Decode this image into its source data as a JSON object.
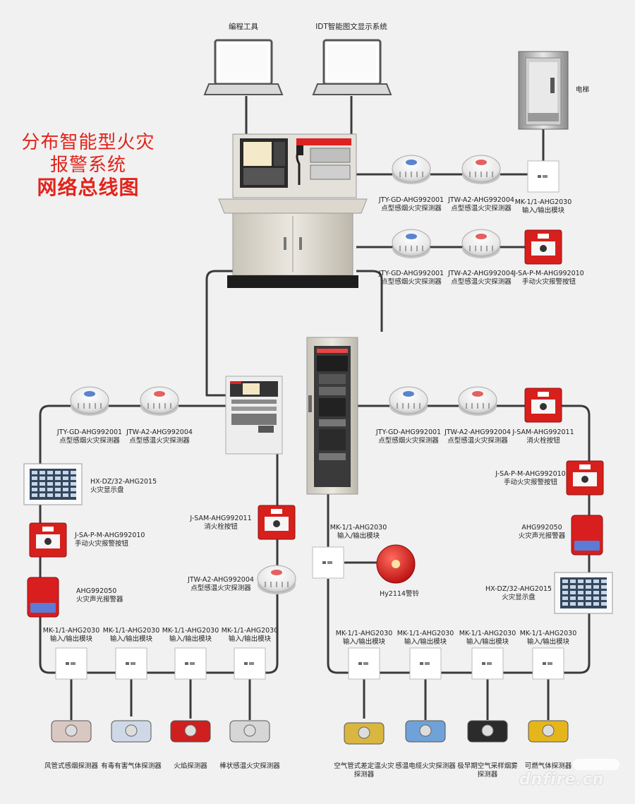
{
  "title": {
    "line1": "分布智能型火灾",
    "line2": "报警系统",
    "line3": "网络总线图"
  },
  "top_devices": {
    "programming_tool": "编程工具",
    "idt_display": "IDT智能图文显示系统",
    "elevator": "电梯"
  },
  "console_row1": {
    "smoke": {
      "model": "JTY-GD-AHG992001",
      "name": "点型感烟火灾探测器"
    },
    "heat": {
      "model": "JTW-A2-AHG992004",
      "name": "点型感温火灾探测器"
    },
    "module": {
      "model": "MK-1/1-AHG2030",
      "name": "输入/输出模块"
    }
  },
  "console_row2": {
    "smoke": {
      "model": "JTY-GD-AHG992001",
      "name": "点型感烟火灾探测器"
    },
    "heat": {
      "model": "JTW-A2-AHG992004",
      "name": "点型感温火灾探测器"
    },
    "button": {
      "model": "J-SA-P-M-AHG992010",
      "name": "手动火灾报警按钮"
    }
  },
  "left_loop": {
    "smoke": {
      "model": "JTY-GD-AHG992001",
      "name": "点型感烟火灾探测器"
    },
    "heat": {
      "model": "JTW-A2-AHG992004",
      "name": "点型感温火灾探测器"
    },
    "display": {
      "model": "HX-DZ/32-AHG2015",
      "name": "火灾显示盘"
    },
    "button": {
      "model": "J-SA-P-M-AHG992010",
      "name": "手动火灾报警按钮"
    },
    "alarm": {
      "model": "AHG992050",
      "name": "火灾声光报警器"
    },
    "hydrant": {
      "model": "J-SAM-AHG992011",
      "name": "消火栓按钮"
    },
    "heat2": {
      "model": "JTW-A2-AHG992004",
      "name": "点型感温火灾探测器"
    },
    "modules": [
      {
        "model": "MK-1/1-AHG2030",
        "name": "输入/输出模块"
      },
      {
        "model": "MK-1/1-AHG2030",
        "name": "输入/输出模块"
      },
      {
        "model": "MK-1/1-AHG2030",
        "name": "输入/输出模块"
      },
      {
        "model": "MK-1/1-AHG2030",
        "name": "输入/输出模块"
      }
    ],
    "sensors": [
      "风管式感烟探测器",
      "有毒有害气体探测器",
      "火焰探测器",
      "棒状感温火灾探测器"
    ]
  },
  "right_loop": {
    "smoke": {
      "model": "JTY-GD-AHG992001",
      "name": "点型感烟火灾探测器"
    },
    "heat": {
      "model": "JTW-A2-AHG992004",
      "name": "点型感温火灾探测器"
    },
    "hydrant": {
      "model": "J-SAM-AHG992011",
      "name": "消火栓按钮"
    },
    "button": {
      "model": "J-SA-P-M-AHG992010",
      "name": "手动火灾报警按钮"
    },
    "alarm": {
      "model": "AHG992050",
      "name": "火灾声光报警器"
    },
    "display": {
      "model": "HX-DZ/32-AHG2015",
      "name": "火灾显示盘"
    },
    "bell_module": {
      "model": "MK-1/1-AHG2030",
      "name": "输入/输出模块"
    },
    "bell": "Hy2114警铃",
    "modules": [
      {
        "model": "MK-1/1-AHG2030",
        "name": "输入/输出模块"
      },
      {
        "model": "MK-1/1-AHG2030",
        "name": "输入/输出模块"
      },
      {
        "model": "MK-1/1-AHG2030",
        "name": "输入/输出模块"
      },
      {
        "model": "MK-1/1-AHG2030",
        "name": "输入/输出模块"
      }
    ],
    "sensors": [
      {
        "line1": "空气管式差定温火灾",
        "line2": "探测器"
      },
      {
        "line1": "感温电缆火灾探测器",
        "line2": ""
      },
      {
        "line1": "极早期空气采样烟雾",
        "line2": "探测器"
      },
      {
        "line1": "可燃气体探测器",
        "line2": ""
      }
    ]
  },
  "watermark": "dnfire.cn",
  "colors": {
    "accent": "#e2231a",
    "bus": "#3a3a3a",
    "background": "#f1f1f1"
  }
}
